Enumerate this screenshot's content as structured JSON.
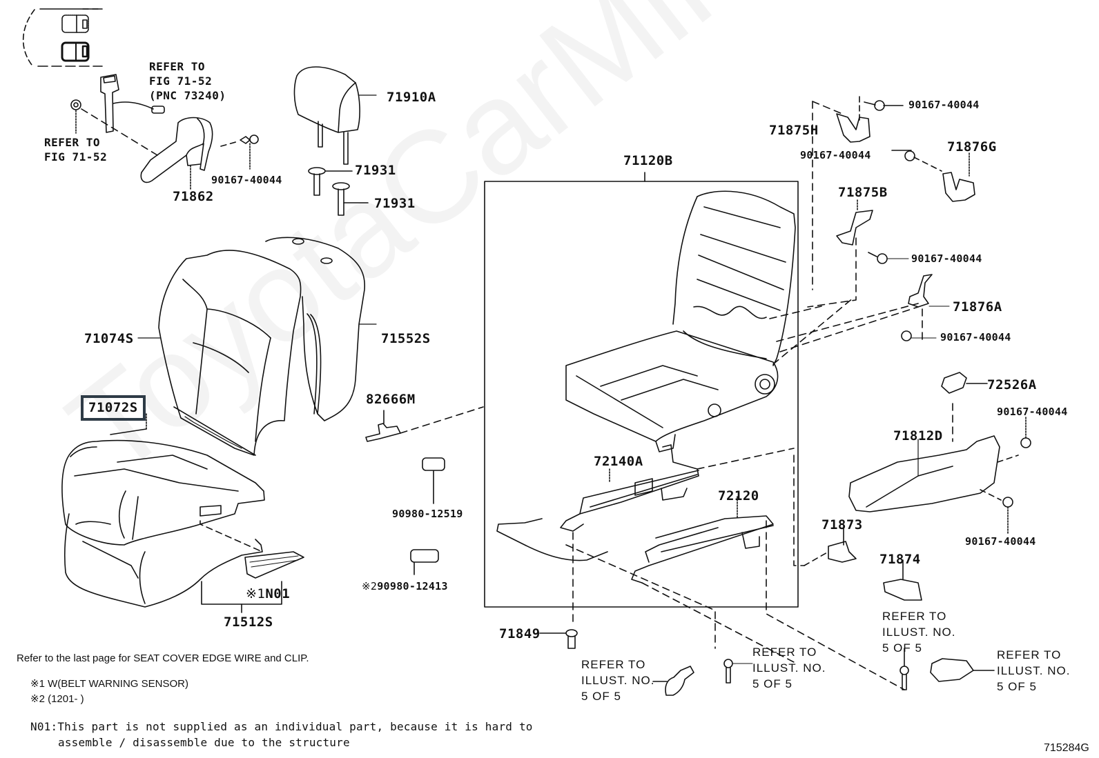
{
  "diagram": {
    "figure_id": "715284G",
    "watermark": "ToyotaCarMine.ru",
    "accent_box_color": "#2e3b46",
    "parts": {
      "p71910A": "71910A",
      "p71931a": "71931",
      "p71931b": "71931",
      "p71862": "71862",
      "p90167_a": "90167-40044",
      "p71074S": "71074S",
      "p71552S": "71552S",
      "p71072S": "71072S",
      "p71512S": "71512S",
      "pN01": "N01",
      "pN01_mark": "※1",
      "p82666M": "82666M",
      "p90980_12519": "90980-12519",
      "p90980_12413": "90980-12413",
      "p90980_12413_mark": "※2",
      "p71120B": "71120B",
      "p72140A": "72140A",
      "p72120": "72120",
      "p71849": "71849",
      "p71875H": "71875H",
      "p71876G": "71876G",
      "p71875B": "71875B",
      "p71876A": "71876A",
      "p72526A": "72526A",
      "p71812D": "71812D",
      "p71873": "71873",
      "p71874": "71874",
      "p90167_b": "90167-40044",
      "p90167_c": "90167-40044",
      "p90167_d": "90167-40044",
      "p90167_e": "90167-40044",
      "p90167_f": "90167-40044",
      "p90167_g": "90167-40044"
    },
    "references": {
      "belt_buckle": "REFER TO\nFIG 71-52\n(PNC 73240)",
      "belt_bolt": "REFER TO\nFIG 71-52",
      "illust_a": "REFER TO\nILLUST. NO.\n5 OF 5",
      "illust_b": "REFER TO\nILLUST. NO.\n5 OF 5",
      "illust_c": "REFER TO\nILLUST. NO.\n5 OF 5",
      "illust_d": "REFER TO\nILLUST. NO.\n5 OF 5"
    },
    "notes": {
      "edge_wire": "Refer to the last page for SEAT COVER EDGE WIRE and CLIP.",
      "note1": "※1 W(BELT WARNING SENSOR)",
      "note2": "※2 (1201-     )",
      "n01_line1": "N01:This part is not supplied as an individual part, because it is hard to",
      "n01_line2": "assemble / disassemble due to the structure"
    }
  }
}
